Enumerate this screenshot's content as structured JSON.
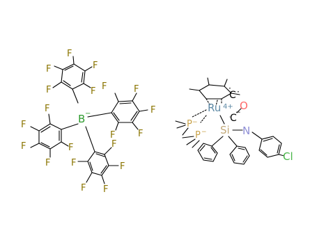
{
  "colors": {
    "F": "#8a7400",
    "B": "#2e9b2e",
    "Ru": "#5f8aa6",
    "O": "#ff6a6a",
    "Si": "#c2a97a",
    "N": "#8f8fd6",
    "Cl": "#49b649",
    "P": "#c8a24a",
    "C": "#000000",
    "bond": "#000000"
  },
  "labels": {
    "fluorine": "F",
    "boron": "B",
    "boron_charge": "−",
    "ruthenium": "Ru",
    "ruthenium_charge": "4+",
    "carbon": "C",
    "carbon_radical": "·",
    "carbon_anion_dot": "·",
    "carbonyl_c": "C",
    "carbonyl_c_charge": "−",
    "oxygen": "O",
    "phosphorus": "P",
    "phosphorus_charge": "−",
    "silicon": "Si",
    "nitrogen": "N",
    "chlorine": "Cl"
  },
  "icons": {
    "structure": "chemical-structure-icon"
  }
}
